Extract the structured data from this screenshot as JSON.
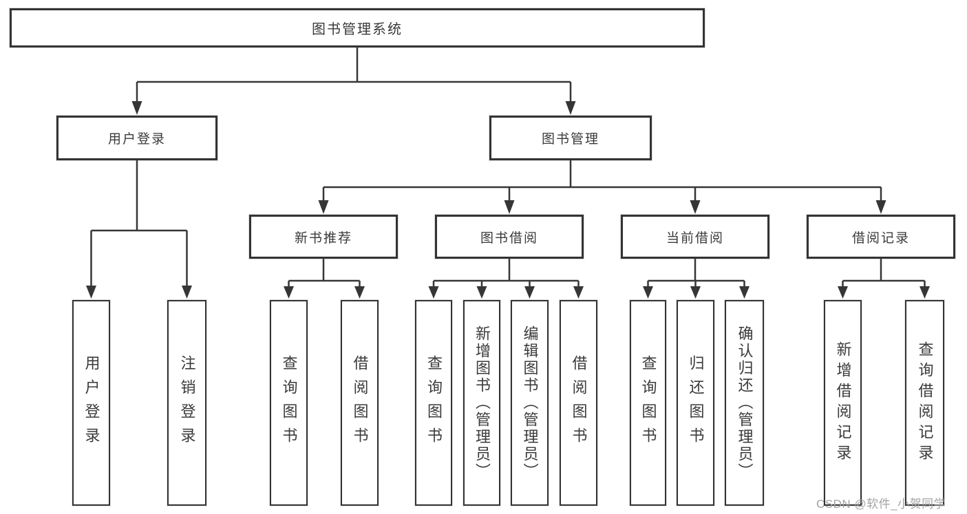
{
  "diagram": {
    "colors": {
      "line": "#363636",
      "box_border": "#333333",
      "box_background": "#ffffff",
      "text": "#3a3a3a",
      "watermark_text": "#a3a3a3"
    },
    "watermark": "CSDN @软件_小贺同学",
    "nodes": {
      "root": {
        "label": "图书管理系统"
      },
      "user_login": {
        "label": "用户登录"
      },
      "book_management": {
        "label": "图书管理"
      },
      "new_book_recommend": {
        "label": "新书推荐"
      },
      "book_borrow": {
        "label": "图书借阅"
      },
      "current_borrow": {
        "label": "当前借阅"
      },
      "borrow_records": {
        "label": "借阅记录"
      },
      "leaf_user_login": {
        "label": "用户登录"
      },
      "leaf_logout": {
        "label": "注销登录"
      },
      "leaf_query_books_1": {
        "label": "查询图书"
      },
      "leaf_borrow_books_1": {
        "label": "借阅图书"
      },
      "leaf_query_books_2": {
        "label": "查询图书"
      },
      "leaf_add_book_admin": {
        "label": "新增图书（管理员）"
      },
      "leaf_edit_book_admin": {
        "label": "编辑图书（管理员）"
      },
      "leaf_borrow_books_2": {
        "label": "借阅图书"
      },
      "leaf_query_books_3": {
        "label": "查询图书"
      },
      "leaf_return_book": {
        "label": "归还图书"
      },
      "leaf_confirm_return_admin": {
        "label": "确认归还（管理员）"
      },
      "leaf_add_borrow_record": {
        "label": "新增借阅记录"
      },
      "leaf_query_borrow_record": {
        "label": "查询借阅记录"
      }
    }
  }
}
